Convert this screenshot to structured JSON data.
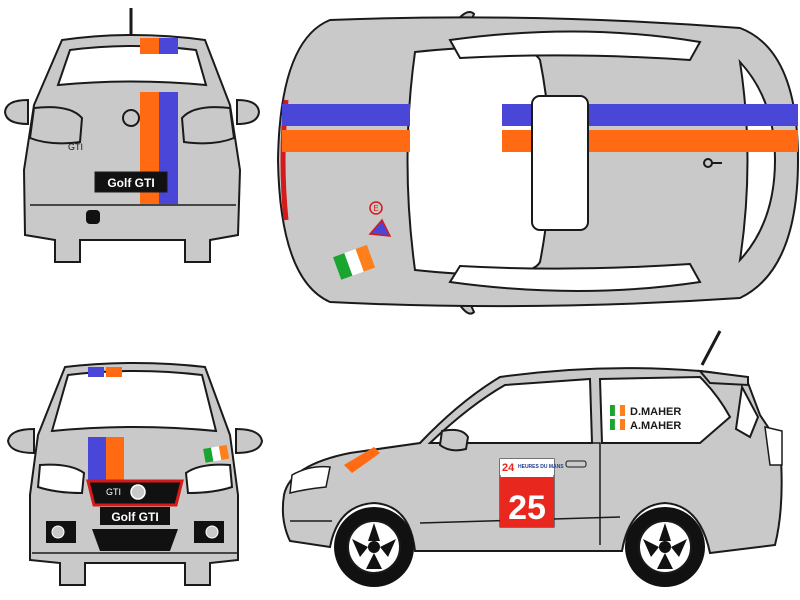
{
  "colors": {
    "body": "#c9c9c9",
    "outline": "#1a1a1a",
    "glass": "#ffffff",
    "stripe_blue": "#4a46d8",
    "stripe_orange": "#ff6a13",
    "grille_red": "#d41a1a",
    "flag_green": "#1aa531",
    "flag_white": "#ffffff",
    "flag_orange": "#ff7f1a",
    "race_number_bg": "#e8281e"
  },
  "rear_view": {
    "plate_text": "Golf GTI",
    "badge_text": "GTI"
  },
  "front_view": {
    "plate_text": "Golf GTI",
    "grille_badge_text": "GTI"
  },
  "side_view": {
    "event_sticker": {
      "number_prefix": "24",
      "heures": "HEURES DU MANS",
      "number": "25"
    },
    "drivers": [
      {
        "name": "D.MAHER",
        "flag_icon": "ireland-flag-icon"
      },
      {
        "name": "A.MAHER",
        "flag_icon": "ireland-flag-icon"
      }
    ]
  },
  "top_view": {
    "roof_marker": "E"
  }
}
